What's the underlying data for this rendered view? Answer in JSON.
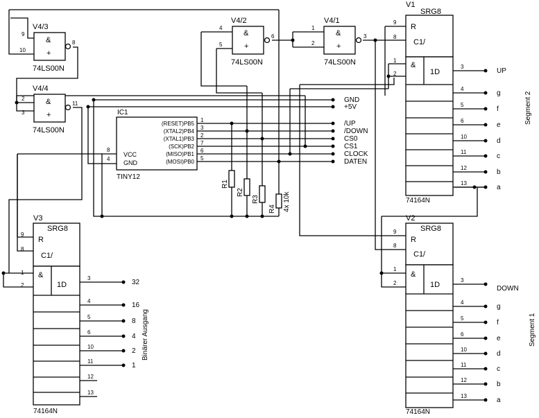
{
  "gates": {
    "v4_1": {
      "ref": "V4/1",
      "type": "74LS00N",
      "amp": "&",
      "plus": "+",
      "in_a": "1",
      "in_b": "2",
      "out": "3"
    },
    "v4_2": {
      "ref": "V4/2",
      "type": "74LS00N",
      "amp": "&",
      "plus": "+",
      "in_a": "4",
      "in_b": "5",
      "out": "6"
    },
    "v4_3": {
      "ref": "V4/3",
      "type": "74LS00N",
      "amp": "&",
      "plus": "+",
      "in_a": "9",
      "in_b": "10",
      "out": "8"
    },
    "v4_4": {
      "ref": "V4/4",
      "type": "74LS00N",
      "amp": "&",
      "plus": "+",
      "in_a": "2",
      "in_b": "3",
      "out": "11"
    }
  },
  "ic1": {
    "ref": "IC1",
    "type": "TINY12",
    "vcc": "VCC",
    "gnd": "GND",
    "vcc_pin": "8",
    "gnd_pin": "4",
    "pins": [
      {
        "name": "(RESET)PB5",
        "num": "1"
      },
      {
        "name": "(XTAL2)PB4",
        "num": "3"
      },
      {
        "name": "(XTAL1)PB3",
        "num": "2"
      },
      {
        "name": "(SCK)PB2",
        "num": "7"
      },
      {
        "name": "(MISO)PB1",
        "num": "6"
      },
      {
        "name": "(MOSI)PB0",
        "num": "5"
      }
    ]
  },
  "terminals": {
    "power": [
      "GND",
      "+5V"
    ],
    "signals": [
      "/UP",
      "/DOWN",
      "CS0",
      "CS1",
      "CLOCK",
      "DATEN"
    ]
  },
  "resistors": {
    "labels": [
      "R1",
      "R2",
      "R3",
      "R4"
    ],
    "value": "4x 10k"
  },
  "shift_registers": {
    "title": "SRG8",
    "reset": "R",
    "clock": "C1/",
    "amp": "&",
    "data": "1D",
    "chip": "74164N",
    "in_pins": [
      "1",
      "2"
    ],
    "clk_pin": "8",
    "rst_pin": "9",
    "out_pins": [
      "3",
      "4",
      "5",
      "6",
      "10",
      "11",
      "12",
      "13"
    ],
    "v1": {
      "ref": "V1",
      "outputs": [
        "UP",
        "g",
        "f",
        "e",
        "d",
        "c",
        "b",
        "a"
      ],
      "segment": "Segment 2"
    },
    "v2": {
      "ref": "V2",
      "outputs": [
        "DOWN",
        "g",
        "f",
        "e",
        "d",
        "c",
        "b",
        "a"
      ],
      "segment": "Segment 1"
    },
    "v3": {
      "ref": "V3",
      "outputs": [
        "32",
        "16",
        "8",
        "4",
        "2",
        "1",
        "",
        ""
      ],
      "caption": "Binärer Ausgang"
    }
  }
}
